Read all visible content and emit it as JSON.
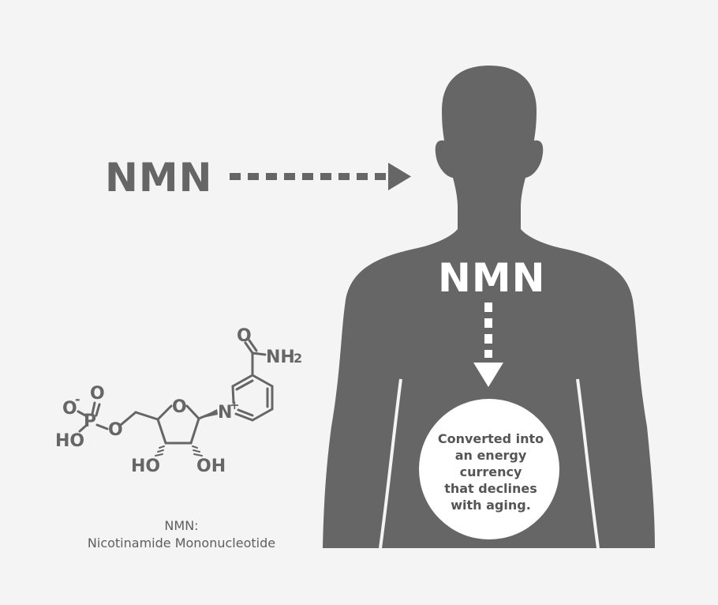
{
  "left_label": "NMN",
  "body_label": "NMN",
  "circle_text": [
    "Converted into",
    "an energy",
    "currency",
    "that declines",
    "with aging."
  ],
  "caption": {
    "line1": "NMN:",
    "line2": "Nicotinamide Mononucleotide"
  },
  "molecule_atoms": {
    "o_minus": "O",
    "minus_sign": "-",
    "o_double": "O",
    "phosphorus": "P",
    "ho_phosphate": "HO",
    "o_ester": "O",
    "o_ring": "O",
    "n_plus": "N",
    "plus_sign": "+",
    "o_amide": "O",
    "nh2": "NH",
    "nh2_sub": "2",
    "ho_ribose": "HO",
    "oh_ribose": "OH"
  },
  "colors": {
    "background": "#f4f4f4",
    "silhouette": "#666666",
    "text": "#5e5e5e",
    "circle": "#ffffff"
  }
}
